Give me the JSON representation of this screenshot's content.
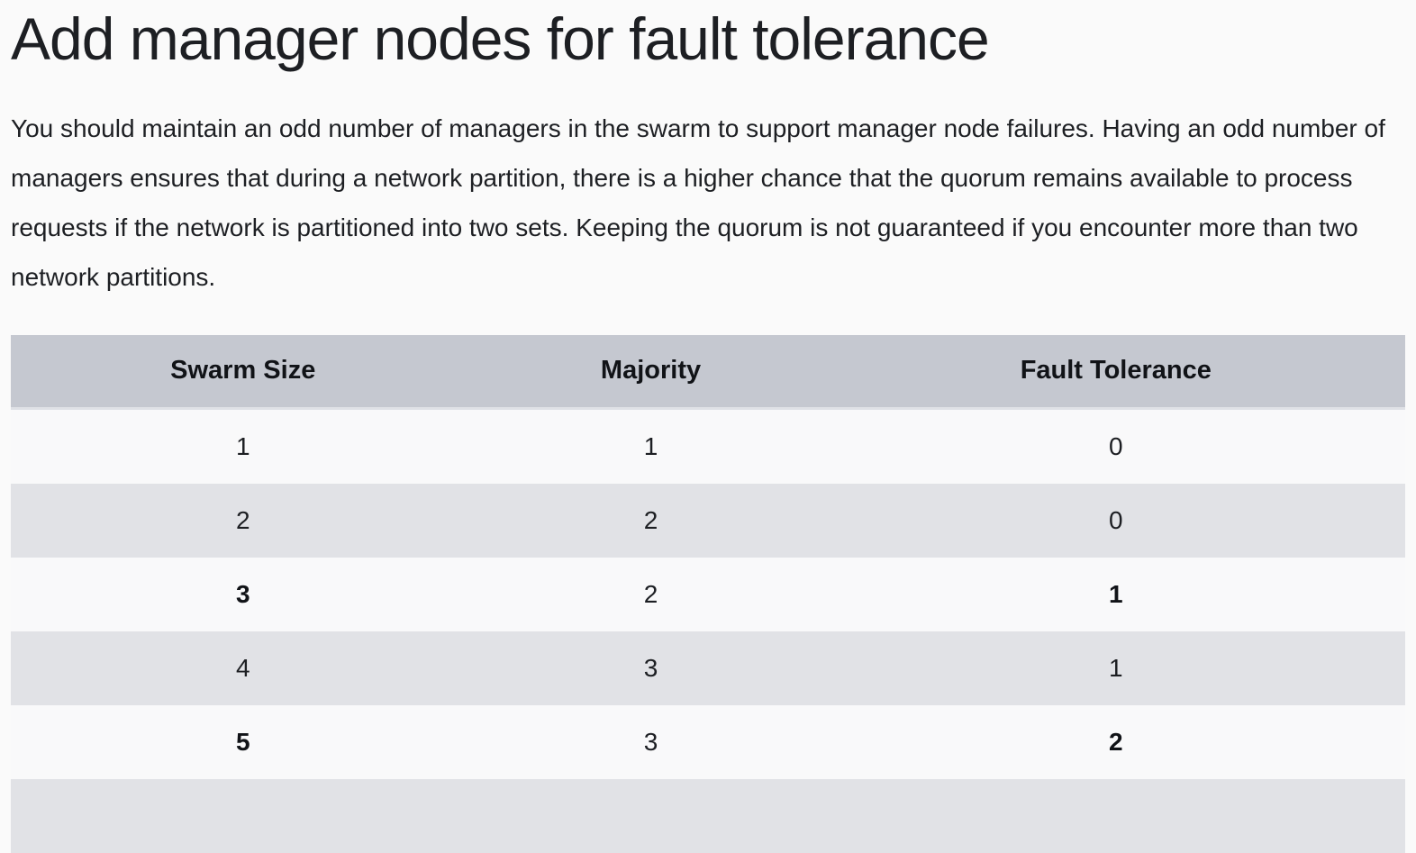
{
  "page": {
    "title": "Add manager nodes for fault tolerance",
    "intro": "You should maintain an odd number of managers in the swarm to support manager node failures. Having an odd number of managers ensures that during a network partition, there is a higher chance that the quorum remains available to process requests if the network is partitioned into two sets. Keeping the quorum is not guaranteed if you encounter more than two network partitions."
  },
  "table": {
    "columns": [
      "Swarm Size",
      "Majority",
      "Fault Tolerance"
    ],
    "column_width_percents": [
      33.3,
      25.2,
      41.5
    ],
    "rows": [
      {
        "swarm_size": "1",
        "majority": "1",
        "fault_tolerance": "0",
        "emphasized": false
      },
      {
        "swarm_size": "2",
        "majority": "2",
        "fault_tolerance": "0",
        "emphasized": false
      },
      {
        "swarm_size": "3",
        "majority": "2",
        "fault_tolerance": "1",
        "emphasized": true
      },
      {
        "swarm_size": "4",
        "majority": "3",
        "fault_tolerance": "1",
        "emphasized": false
      },
      {
        "swarm_size": "5",
        "majority": "3",
        "fault_tolerance": "2",
        "emphasized": true
      }
    ],
    "partial_row_visible": true
  },
  "colors": {
    "page_background": "#fafafa",
    "header_background": "#c5c8d0",
    "header_border": "#dfe1e6",
    "row_background": "#f9f9fa",
    "row_alt_background": "#e1e2e6",
    "text": "#1d1f23"
  }
}
